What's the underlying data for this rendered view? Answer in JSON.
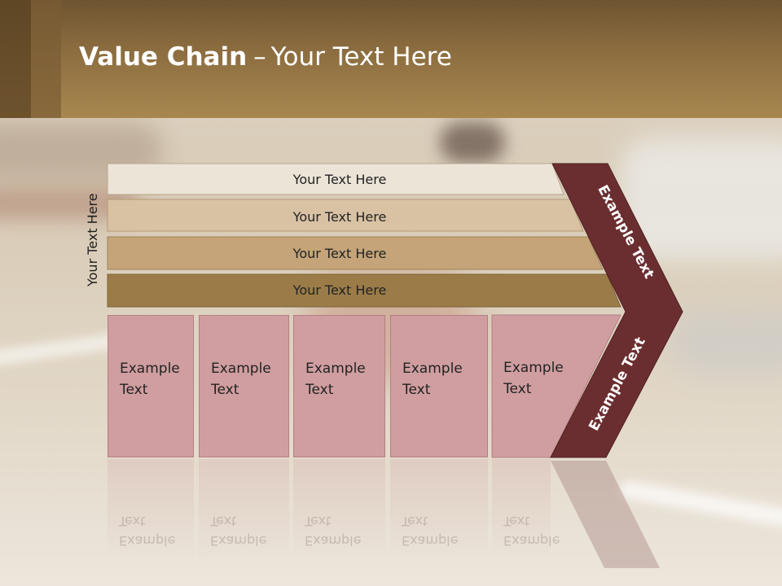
{
  "slide": {
    "title_bold": "Value Chain",
    "title_sep": "–",
    "title_rest": "Your Text Here",
    "vertical_label": "Your Text Here",
    "bands": [
      {
        "label": "Your Text Here",
        "color": "#ede4d8"
      },
      {
        "label": "Your Text Here",
        "color": "#d9c2a4"
      },
      {
        "label": "Your Text Here",
        "color": "#c4a478"
      },
      {
        "label": "Your Text Here",
        "color": "#9b7c48"
      }
    ],
    "cells": [
      {
        "line1": "Example",
        "line2": "Text"
      },
      {
        "line1": "Example",
        "line2": "Text"
      },
      {
        "line1": "Example",
        "line2": "Text"
      },
      {
        "line1": "Example",
        "line2": "Text"
      },
      {
        "line1": "Example",
        "line2": "Text"
      }
    ],
    "arrow_top_label": "Example Text",
    "arrow_bottom_label": "Example Text",
    "colors": {
      "header": "#8d6e40",
      "cell": "#d09ea0",
      "arrow": "#6b2e30"
    }
  }
}
